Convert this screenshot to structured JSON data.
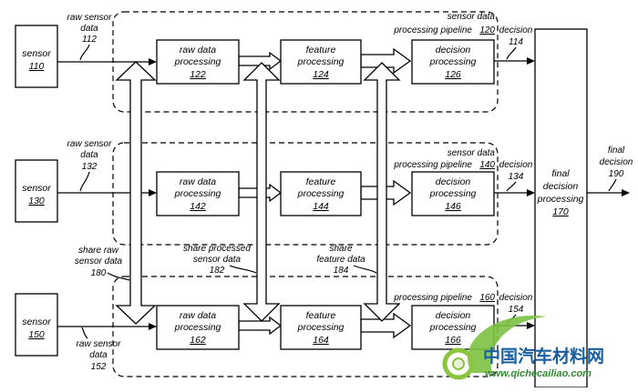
{
  "sensors": [
    {
      "name": "sensor",
      "num": "110"
    },
    {
      "name": "sensor",
      "num": "130"
    },
    {
      "name": "sensor",
      "num": "150"
    }
  ],
  "raw_data_labels": [
    {
      "l1": "raw sensor",
      "l2": "data",
      "num": "112"
    },
    {
      "l1": "raw sensor",
      "l2": "data",
      "num": "132"
    },
    {
      "l1": "raw sensor",
      "l2": "data",
      "num": "152"
    }
  ],
  "pipelines": [
    {
      "l1": "sensor data",
      "l2": "processing pipeline",
      "num": "120"
    },
    {
      "l1": "sensor data",
      "l2": "processing pipeline",
      "num": "140"
    },
    {
      "l1": "",
      "l2": "processing pipeline",
      "num": "160"
    }
  ],
  "raw_processing": [
    {
      "l1": "raw data",
      "l2": "processing",
      "num": "122"
    },
    {
      "l1": "raw data",
      "l2": "processing",
      "num": "142"
    },
    {
      "l1": "raw data",
      "l2": "processing",
      "num": "162"
    }
  ],
  "feature_processing": [
    {
      "l1": "feature",
      "l2": "processing",
      "num": "124"
    },
    {
      "l1": "feature",
      "l2": "processing",
      "num": "144"
    },
    {
      "l1": "feature",
      "l2": "processing",
      "num": "164"
    }
  ],
  "decision_processing": [
    {
      "l1": "decision",
      "l2": "processing",
      "num": "126"
    },
    {
      "l1": "decision",
      "l2": "processing",
      "num": "146"
    },
    {
      "l1": "decision",
      "l2": "processing",
      "num": "166"
    }
  ],
  "decisions": [
    {
      "label": "decision",
      "num": "114"
    },
    {
      "label": "decision",
      "num": "134"
    },
    {
      "label": "decision",
      "num": "154"
    }
  ],
  "final_processing": {
    "l1": "final",
    "l2": "decision",
    "l3": "processing",
    "num": "170"
  },
  "final_decision": {
    "l1": "final",
    "l2": "decision",
    "num": "190"
  },
  "share_raw": {
    "l1": "share raw",
    "l2": "sensor data",
    "num": "180"
  },
  "share_processed": {
    "l1": "share processed",
    "l2": "sensor data",
    "num": "182"
  },
  "share_feature": {
    "l1": "share",
    "l2": "feature data",
    "num": "184"
  },
  "watermark": {
    "cn": "中国汽车材料网",
    "url": "www.qichecailiao.com"
  }
}
